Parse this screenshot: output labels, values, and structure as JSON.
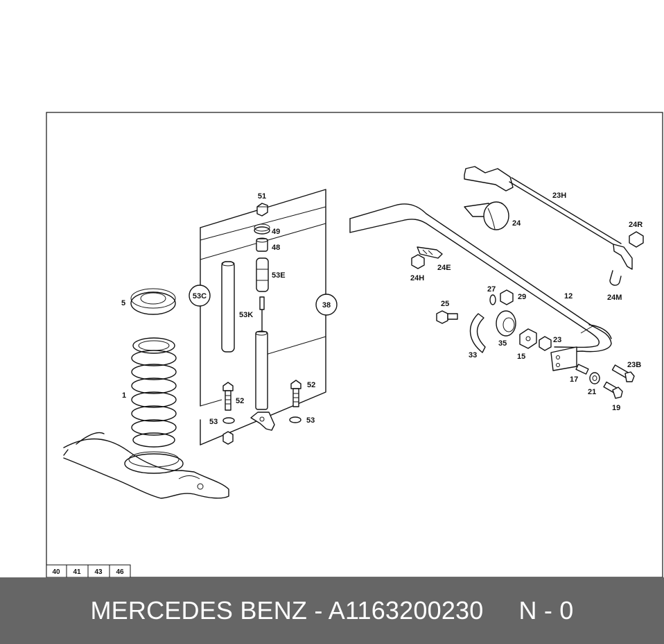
{
  "diagram": {
    "part_labels": [
      "51",
      "49",
      "48",
      "53E",
      "53K",
      "53C",
      "38",
      "5",
      "1",
      "52",
      "53",
      "52",
      "53",
      "23H",
      "24",
      "24R",
      "24E",
      "24H",
      "24M",
      "27",
      "29",
      "12",
      "25",
      "33",
      "35",
      "15",
      "23",
      "17",
      "21",
      "23B",
      "19"
    ],
    "tabs": [
      "40",
      "41",
      "43",
      "46"
    ]
  },
  "footer": {
    "text": "MERCEDES BENZ - A1163200230     N - 0",
    "background": "#666666",
    "color": "#ffffff"
  }
}
